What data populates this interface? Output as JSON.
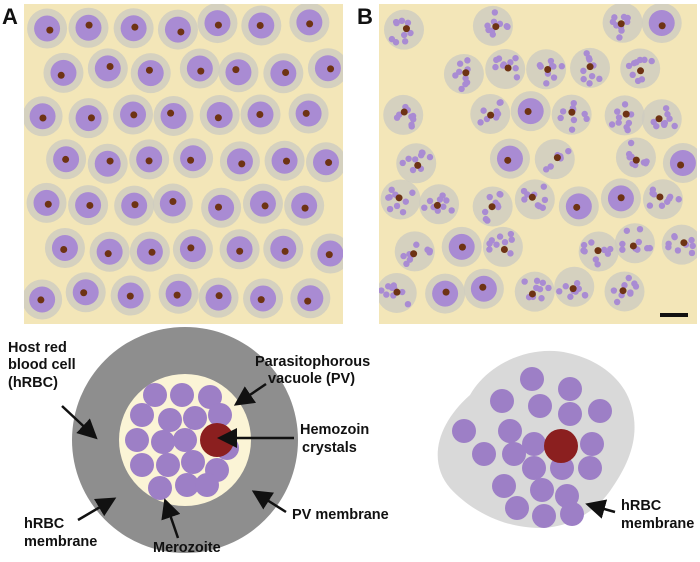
{
  "panels": [
    {
      "id": "A",
      "letter": "A"
    },
    {
      "id": "B",
      "letter": "B"
    }
  ],
  "diagram_left": {
    "labels": {
      "host_cell_line1": "Host red",
      "host_cell_line2": "blood cell",
      "host_cell_line3": "(hRBC)",
      "pv_line1": "Parasitophorous",
      "pv_line2": "vacuole (PV)",
      "hemozoin_line1": "Hemozoin",
      "hemozoin_line2": "crystals",
      "pv_membrane": "PV membrane",
      "hrbc_membrane_line1": "hRBC",
      "hrbc_membrane_line2": "membrane",
      "merozoite": "Merozoite"
    }
  },
  "diagram_right": {
    "labels": {
      "hrbc_membrane_line1": "hRBC",
      "hrbc_membrane_line2": "membrane"
    }
  },
  "colors": {
    "micrograph_bg": "#f3e6b8",
    "rbc": "#cfcdc0",
    "parasite": "#a98bd3",
    "hemozoin": "#6e3314",
    "host_ring": "#8c8c8c",
    "vacuole": "#fbf4d6",
    "merozoite": "#9d7fc6",
    "hemozoin_crystal": "#8b1f1f",
    "ghost_cell": "#d7d7d7"
  }
}
